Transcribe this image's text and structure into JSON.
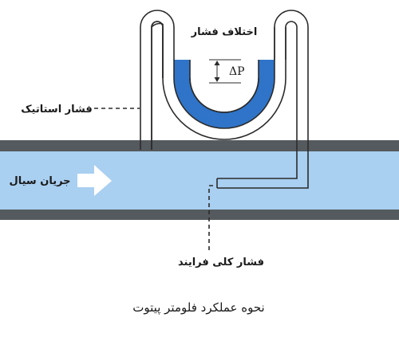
{
  "diagram": {
    "labels": {
      "pressure_difference": "اختلاف فشار",
      "delta_p": "ΔP",
      "static_pressure": "فشار استاتیک",
      "fluid_flow": "جریان سیال",
      "total_pressure": "فشار کلی فرایند"
    },
    "caption": "نحوه عملکرد فلومتر پیتوت",
    "colors": {
      "pipe_wall": "#555a5e",
      "fluid": "#a9cff1",
      "manometer_liquid": "#2f74c8",
      "tube_outline": "#2b2b2b",
      "flow_arrow": "#ffffff"
    }
  }
}
